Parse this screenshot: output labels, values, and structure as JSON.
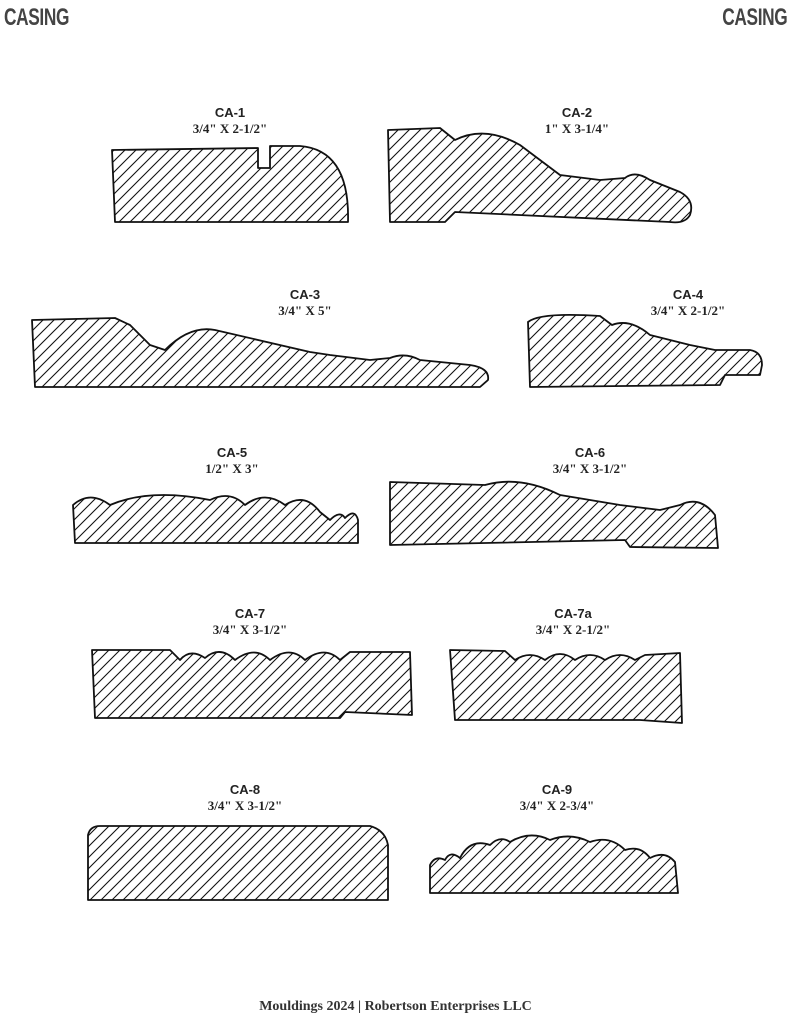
{
  "header": {
    "left": "CASING",
    "right": "CASING"
  },
  "items": [
    {
      "code": "CA-1",
      "size": "3/4\" X 2-1/2\""
    },
    {
      "code": "CA-2",
      "size": "1\" X 3-1/4\""
    },
    {
      "code": "CA-3",
      "size": "3/4\" X 5\""
    },
    {
      "code": "CA-4",
      "size": "3/4\" X 2-1/2\""
    },
    {
      "code": "CA-5",
      "size": "1/2\" X 3\""
    },
    {
      "code": "CA-6",
      "size": "3/4\" X 3-1/2\""
    },
    {
      "code": "CA-7",
      "size": "3/4\" X 3-1/2\""
    },
    {
      "code": "CA-7a",
      "size": "3/4\" X 2-1/2\""
    },
    {
      "code": "CA-8",
      "size": "3/4\" X 3-1/2\""
    },
    {
      "code": "CA-9",
      "size": "3/4\" X 2-3/4\""
    }
  ],
  "footer": "Mouldings 2024 | Robertson Enterprises LLC"
}
